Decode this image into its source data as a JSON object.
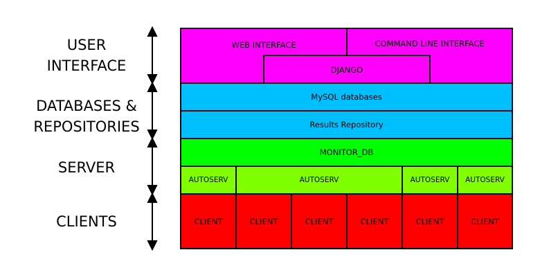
{
  "layers": {
    "user_interface": "USER\nINTERFACE",
    "databases": "DATABASES &\nREPOSITORIES",
    "server": "SERVER",
    "clients": "CLIENTS"
  },
  "user_interface": {
    "web": "WEB INTERFACE",
    "cli": "COMMAND LINE INTERFACE",
    "django": "DJANGO"
  },
  "databases": {
    "mysql": "MySQL databases",
    "results": "Results Repository"
  },
  "server": {
    "monitor": "MONITOR_DB",
    "autoserv": [
      "AUTOSERV",
      "AUTOSERV",
      "AUTOSERV",
      "AUTOSERV"
    ]
  },
  "clients": [
    "CLIENT",
    "CLIENT",
    "CLIENT",
    "CLIENT",
    "CLIENT",
    "CLIENT"
  ],
  "colors": {
    "user_interface": "#ff00ff",
    "databases": "#00bfff",
    "server": "#00ff00",
    "autoserv": "#7fff00",
    "clients": "#ff0000"
  }
}
